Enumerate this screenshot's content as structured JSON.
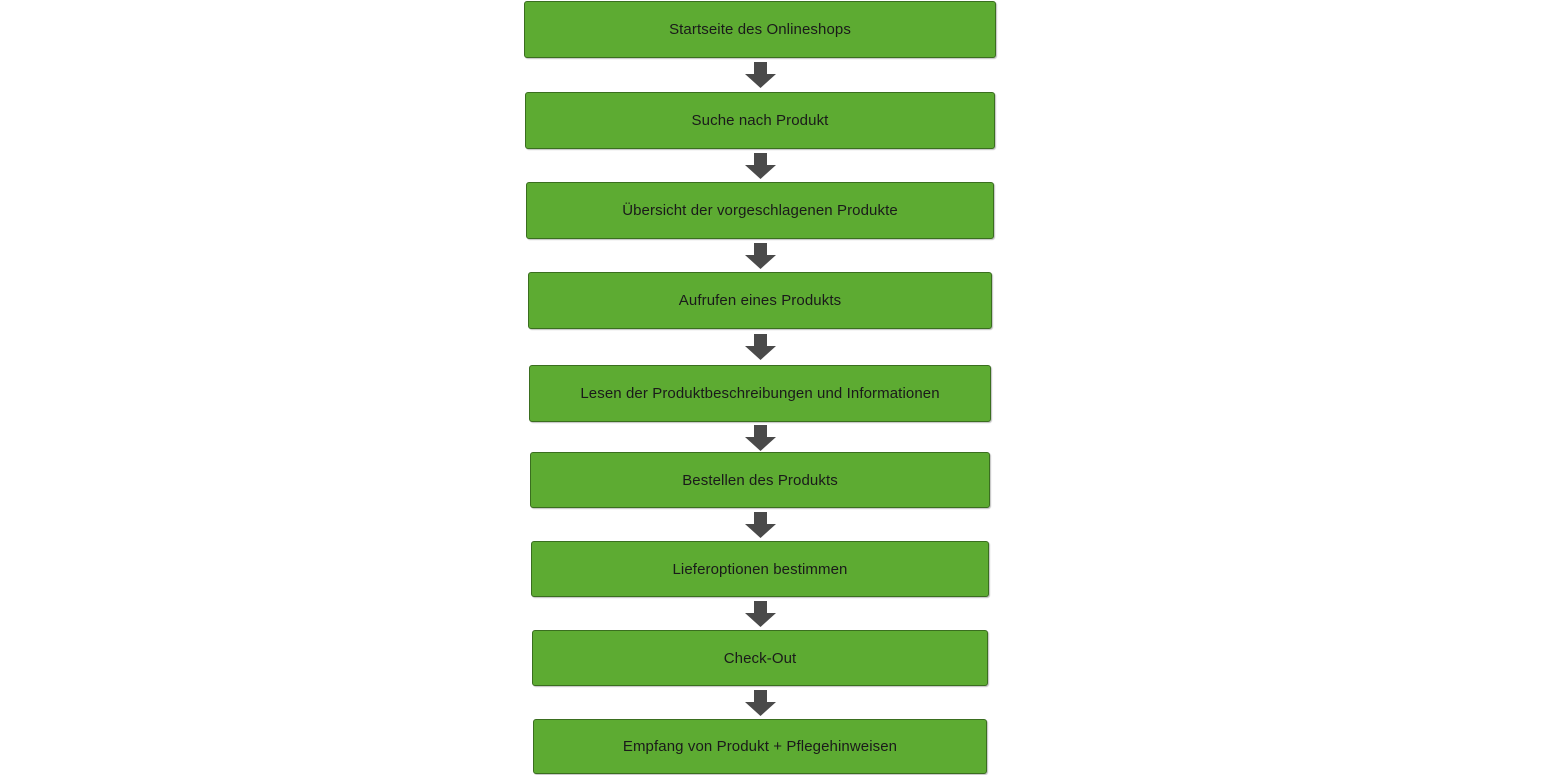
{
  "flowchart": {
    "steps": [
      {
        "label": "Startseite des Onlineshops"
      },
      {
        "label": "Suche nach Produkt"
      },
      {
        "label": "Übersicht der vorgeschlagenen Produkte"
      },
      {
        "label": "Aufrufen eines Produkts"
      },
      {
        "label": "Lesen der Produktbeschreibungen und Informationen"
      },
      {
        "label": "Bestellen des Produkts"
      },
      {
        "label": "Lieferoptionen bestimmen"
      },
      {
        "label": "Check-Out"
      },
      {
        "label": "Empfang von Produkt + Pflegehinweisen"
      }
    ],
    "colors": {
      "box_fill": "#5dab32",
      "box_border": "#3a6e1f",
      "arrow": "#4a4a4a",
      "text": "#1a1a1a"
    }
  }
}
